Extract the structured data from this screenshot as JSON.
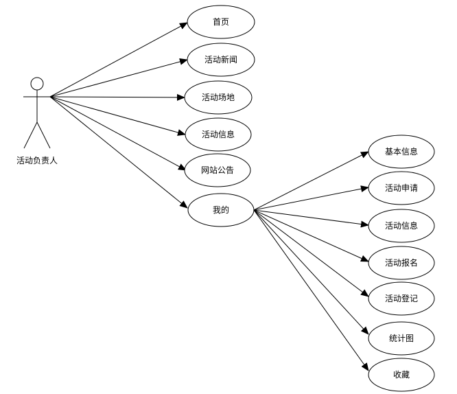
{
  "actor": {
    "label": "活动负责人"
  },
  "left_use_cases": [
    {
      "label": "首页"
    },
    {
      "label": "活动新闻"
    },
    {
      "label": "活动场地"
    },
    {
      "label": "活动信息"
    },
    {
      "label": "网站公告"
    },
    {
      "label": "我的"
    }
  ],
  "right_use_cases": [
    {
      "label": "基本信息"
    },
    {
      "label": "活动申请"
    },
    {
      "label": "活动信息"
    },
    {
      "label": "活动报名"
    },
    {
      "label": "活动登记"
    },
    {
      "label": "统计图"
    },
    {
      "label": "收藏"
    }
  ]
}
